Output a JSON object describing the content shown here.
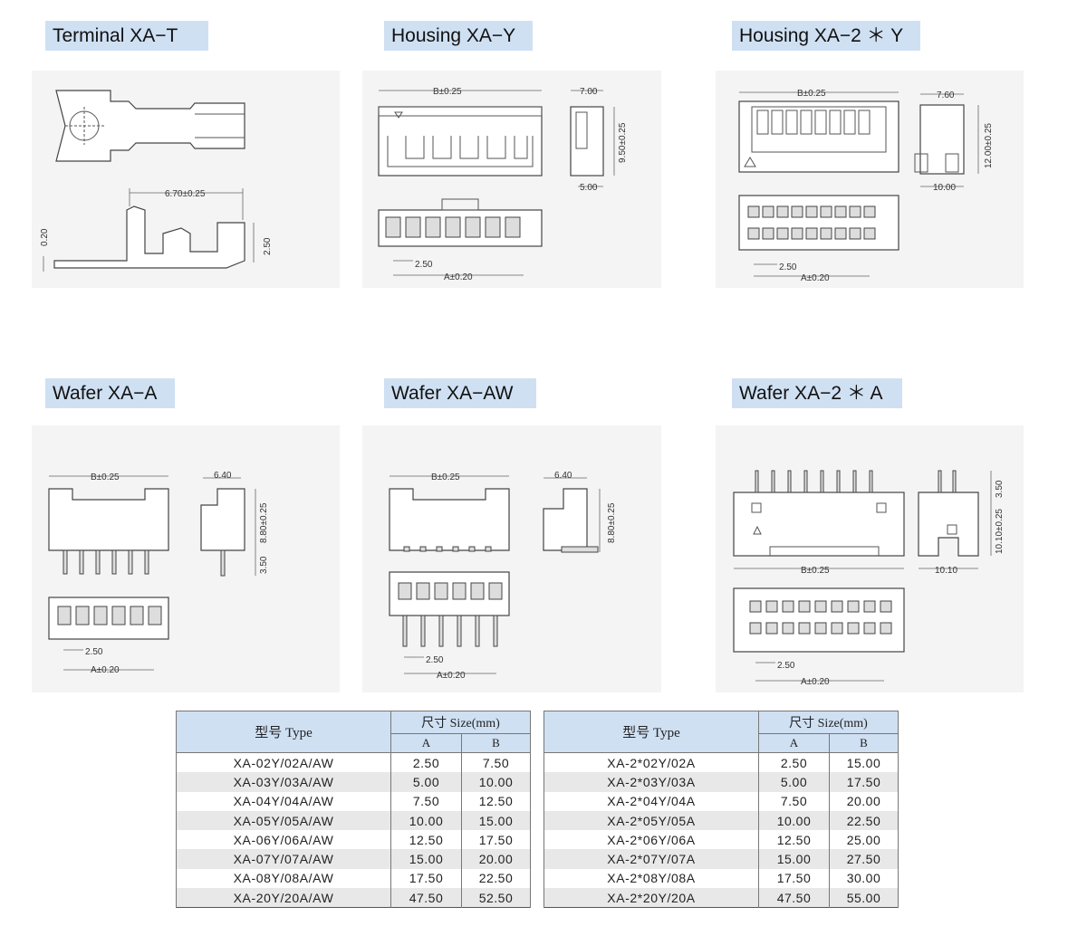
{
  "labels": {
    "terminal": "Terminal XA−T",
    "housing_y": "Housing XA−Y",
    "housing_2y": "Housing XA−2 ＊ Y",
    "wafer_a": "Wafer XA−A",
    "wafer_aw": "Wafer XA−AW",
    "wafer_2a": "Wafer XA−2 ＊ A"
  },
  "dims": {
    "terminal": {
      "len": "6.70±0.25",
      "thick": "0.20",
      "h": "2.50"
    },
    "housing_y": {
      "b": "B±0.25",
      "w": "7.00",
      "h": "9.50±0.25",
      "d": "5.00",
      "pitch": "2.50",
      "a": "A±0.20"
    },
    "housing_2y": {
      "b": "B±0.25",
      "w": "7.60",
      "h": "12.00±0.25",
      "d": "10.00",
      "pitch": "2.50",
      "a": "A±0.20"
    },
    "wafer_a": {
      "b": "B±0.25",
      "w": "6.40",
      "h": "8.80±0.25",
      "p": "3.50",
      "pitch": "2.50",
      "a": "A±0.20"
    },
    "wafer_aw": {
      "b": "B±0.25",
      "w": "6.40",
      "h": "8.80±0.25",
      "pitch": "2.50",
      "a": "A±0.20"
    },
    "wafer_2a": {
      "b": "B±0.25",
      "w": "10.10",
      "h": "10.10±0.25",
      "p": "3.50",
      "pitch": "2.50",
      "a": "A±0.20"
    }
  },
  "table_left": {
    "type_header": "型号 Type",
    "size_header": "尺寸 Size(mm)",
    "col_a": "A",
    "col_b": "B",
    "rows": [
      {
        "type": "XA-02Y/02A/AW",
        "a": "2.50",
        "b": "7.50"
      },
      {
        "type": "XA-03Y/03A/AW",
        "a": "5.00",
        "b": "10.00"
      },
      {
        "type": "XA-04Y/04A/AW",
        "a": "7.50",
        "b": "12.50"
      },
      {
        "type": "XA-05Y/05A/AW",
        "a": "10.00",
        "b": "15.00"
      },
      {
        "type": "XA-06Y/06A/AW",
        "a": "12.50",
        "b": "17.50"
      },
      {
        "type": "XA-07Y/07A/AW",
        "a": "15.00",
        "b": "20.00"
      },
      {
        "type": "XA-08Y/08A/AW",
        "a": "17.50",
        "b": "22.50"
      },
      {
        "type": "XA-20Y/20A/AW",
        "a": "47.50",
        "b": "52.50"
      }
    ]
  },
  "table_right": {
    "type_header": "型号 Type",
    "size_header": "尺寸 Size(mm)",
    "col_a": "A",
    "col_b": "B",
    "rows": [
      {
        "type": "XA-2*02Y/02A",
        "a": "2.50",
        "b": "15.00"
      },
      {
        "type": "XA-2*03Y/03A",
        "a": "5.00",
        "b": "17.50"
      },
      {
        "type": "XA-2*04Y/04A",
        "a": "7.50",
        "b": "20.00"
      },
      {
        "type": "XA-2*05Y/05A",
        "a": "10.00",
        "b": "22.50"
      },
      {
        "type": "XA-2*06Y/06A",
        "a": "12.50",
        "b": "25.00"
      },
      {
        "type": "XA-2*07Y/07A",
        "a": "15.00",
        "b": "27.50"
      },
      {
        "type": "XA-2*08Y/08A",
        "a": "17.50",
        "b": "30.00"
      },
      {
        "type": "XA-2*20Y/20A",
        "a": "47.50",
        "b": "55.00"
      }
    ]
  }
}
